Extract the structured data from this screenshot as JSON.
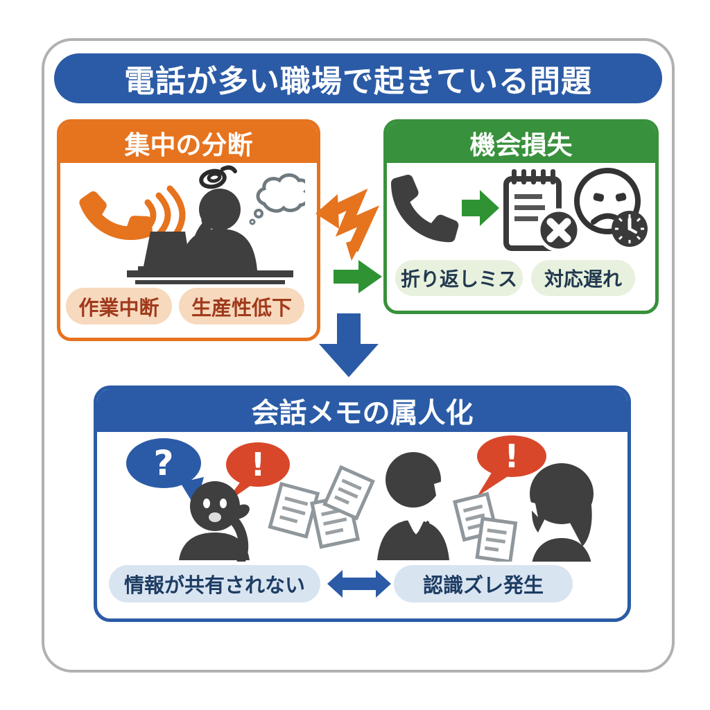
{
  "title": {
    "text": "電話が多い職場で起きている問題"
  },
  "colors": {
    "blue": "#2b5ba6",
    "orange": "#e6731e",
    "green": "#38913c",
    "green_arrow": "#2f9334",
    "red_bubble": "#d9472b",
    "icon_dark": "#3f3f3f",
    "frame_gray": "#b1b1b1",
    "peach_pill_bg": "#f7d9bd",
    "peach_pill_text": "#a03a1c",
    "lightgreen_pill_bg": "#e7f1dd",
    "lightgreen_pill_text": "#22384f",
    "lightblue_pill_bg": "#d9e4f1",
    "lightblue_pill_text": "#1d3c63"
  },
  "boxes": {
    "focus": {
      "title": "集中の分断",
      "tags": [
        {
          "label": "作業中断"
        },
        {
          "label": "生産性低下"
        }
      ],
      "icons": [
        "ringing-phone-icon",
        "dizzy-swirl-icon",
        "stressed-worker-at-laptop-icon",
        "thought-cloud-icon"
      ]
    },
    "opportunity": {
      "title": "機会損失",
      "tags": [
        {
          "label": "折り返しミス"
        },
        {
          "label": "対応遅れ"
        }
      ],
      "icons": [
        "phone-icon",
        "arrow-right-icon",
        "memo-error-icon",
        "sad-face-clock-icon"
      ]
    },
    "memo": {
      "title": "会話メモの属人化",
      "tags": [
        {
          "label": "情報が共有されない"
        },
        {
          "label": "認識ズレ発生"
        }
      ],
      "icons": [
        "question-bubble-icon",
        "exclamation-bubble-icon",
        "person-on-phone-icon",
        "scattered-papers-icon",
        "talking-man-icon",
        "talking-woman-icon"
      ]
    }
  },
  "bubbles": {
    "question": "?",
    "exclamation": "!"
  },
  "connectors": [
    "lightning-arrow-left",
    "arrow-right",
    "arrow-down",
    "double-arrow-horizontal"
  ]
}
